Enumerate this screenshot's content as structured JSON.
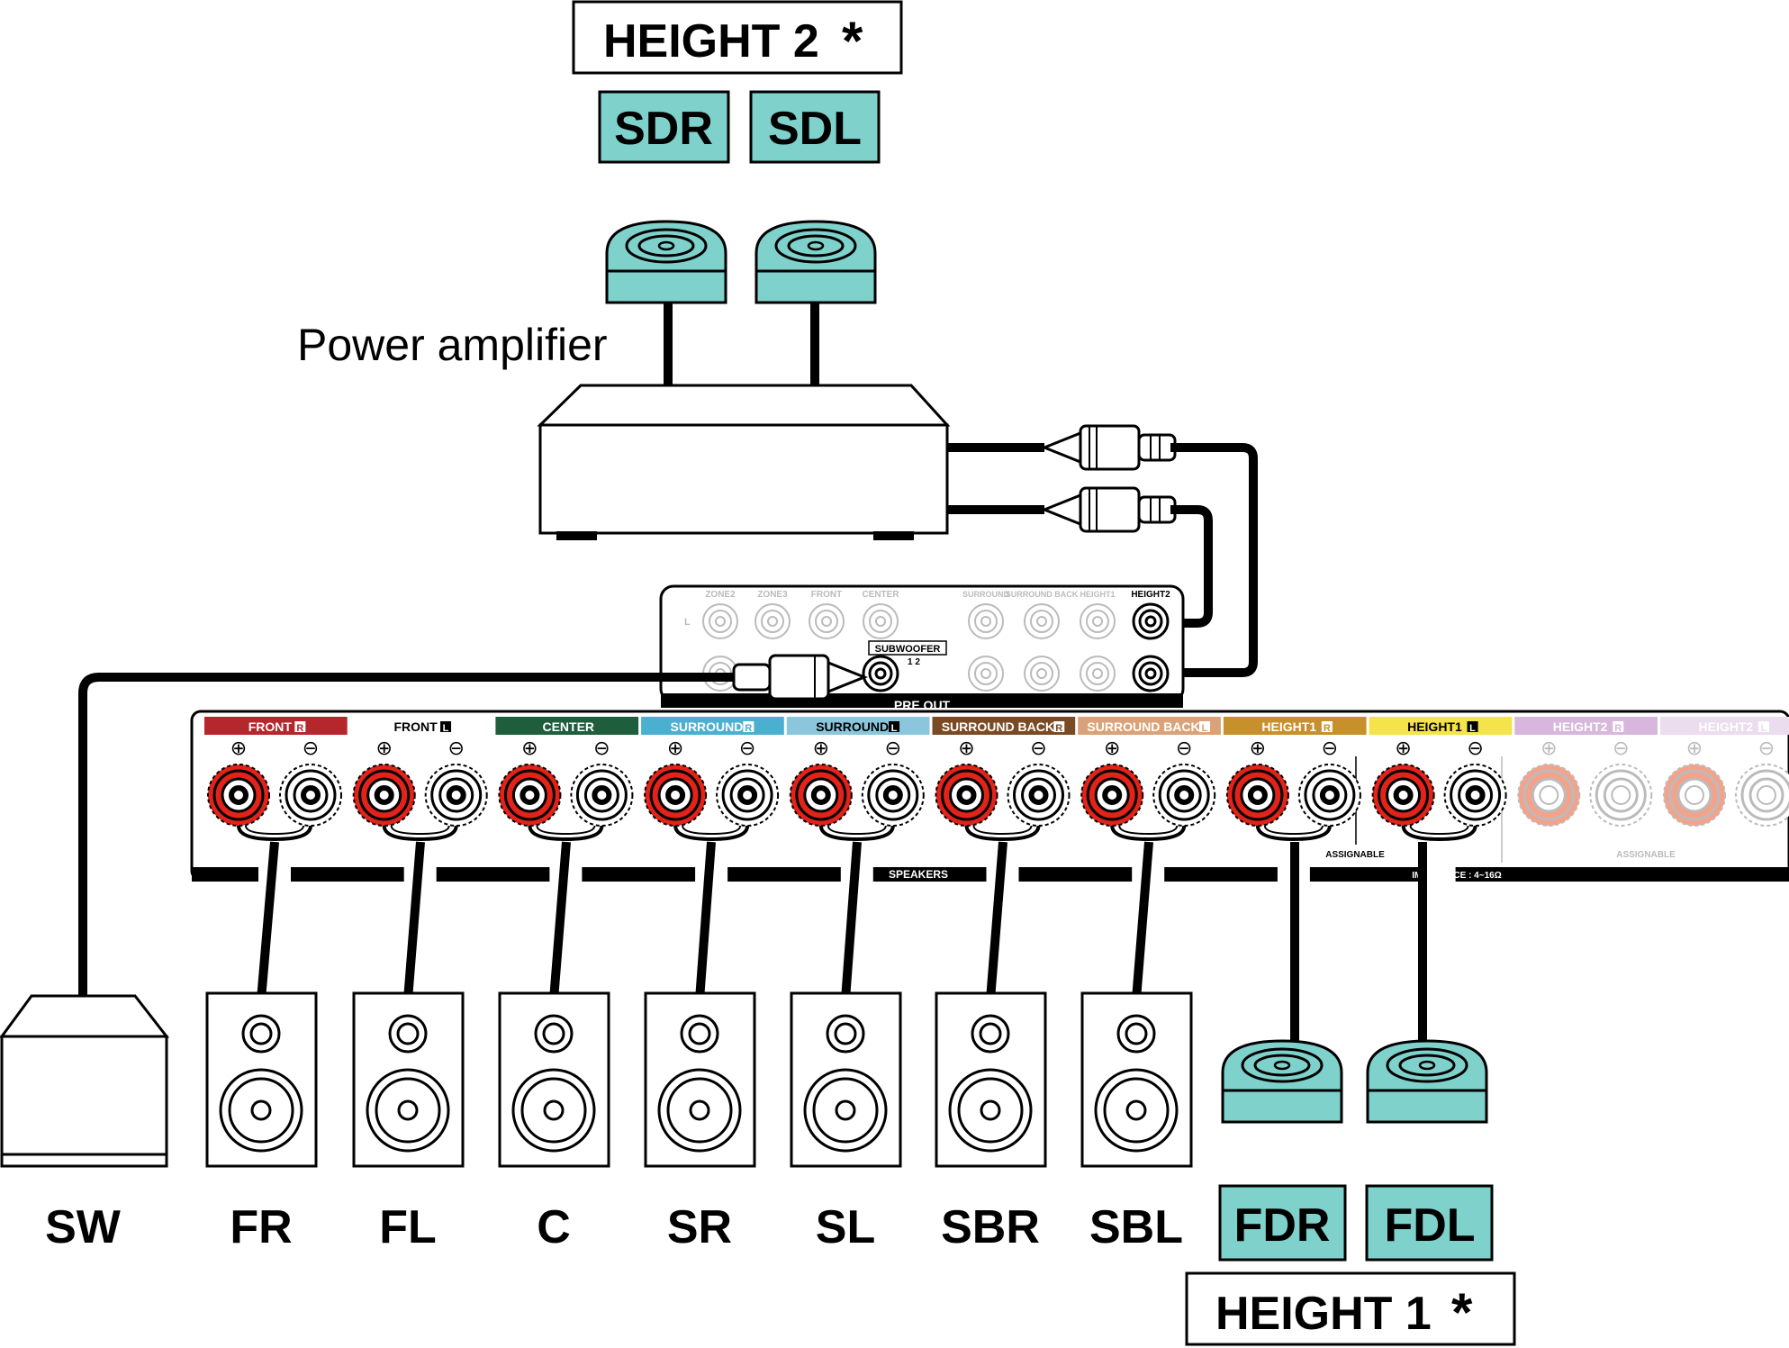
{
  "labels": {
    "height2": "HEIGHT 2",
    "height1": "HEIGHT 1",
    "asterisk": "*",
    "power_amplifier": "Power amplifier",
    "sdr": "SDR",
    "sdl": "SDL",
    "fdr": "FDR",
    "fdl": "FDL"
  },
  "speaker_labels": [
    "SW",
    "FR",
    "FL",
    "C",
    "SR",
    "SL",
    "SBR",
    "SBL"
  ],
  "preout": {
    "zone2": "ZONE2",
    "zone3": "ZONE3",
    "front": "FRONT",
    "center": "CENTER",
    "surround": "SURROUND",
    "surround_back": "SURROUND BACK",
    "height1": "HEIGHT1",
    "height2": "HEIGHT2",
    "subwoofer": "SUBWOOFER",
    "sub_nums": "1 2",
    "l": "L",
    "pre_out": "PRE OUT"
  },
  "terminals": {
    "channels": [
      {
        "label": "FRONT",
        "side": "R",
        "color": "#b5262d"
      },
      {
        "label": "FRONT",
        "side": "L",
        "color": "#ffffff"
      },
      {
        "label": "CENTER",
        "side": "",
        "color": "#1f5e3d"
      },
      {
        "label": "SURROUND",
        "side": "R",
        "color": "#4bb0d0"
      },
      {
        "label": "SURROUND",
        "side": "L",
        "color": "#8cc6dd"
      },
      {
        "label": "SURROUND BACK",
        "side": "R",
        "color": "#7a4a24"
      },
      {
        "label": "SURROUND BACK",
        "side": "L",
        "color": "#d9a27a"
      },
      {
        "label": "HEIGHT1",
        "side": "R",
        "color": "#c8902c"
      },
      {
        "label": "HEIGHT1",
        "side": "L",
        "color": "#f4e34b"
      },
      {
        "label": "HEIGHT2",
        "side": "R",
        "color": "#d7b7dc"
      },
      {
        "label": "HEIGHT2",
        "side": "L",
        "color": "#ebdcee"
      }
    ],
    "plus": "⊕",
    "minus": "⊖",
    "speakers": "SPEAKERS",
    "assignable": "ASSIGNABLE",
    "impedance": "IMPEDANCE : 4~16Ω"
  },
  "colors": {
    "teal": "#7fd1cc",
    "red": "#e2231a",
    "black": "#000000"
  }
}
